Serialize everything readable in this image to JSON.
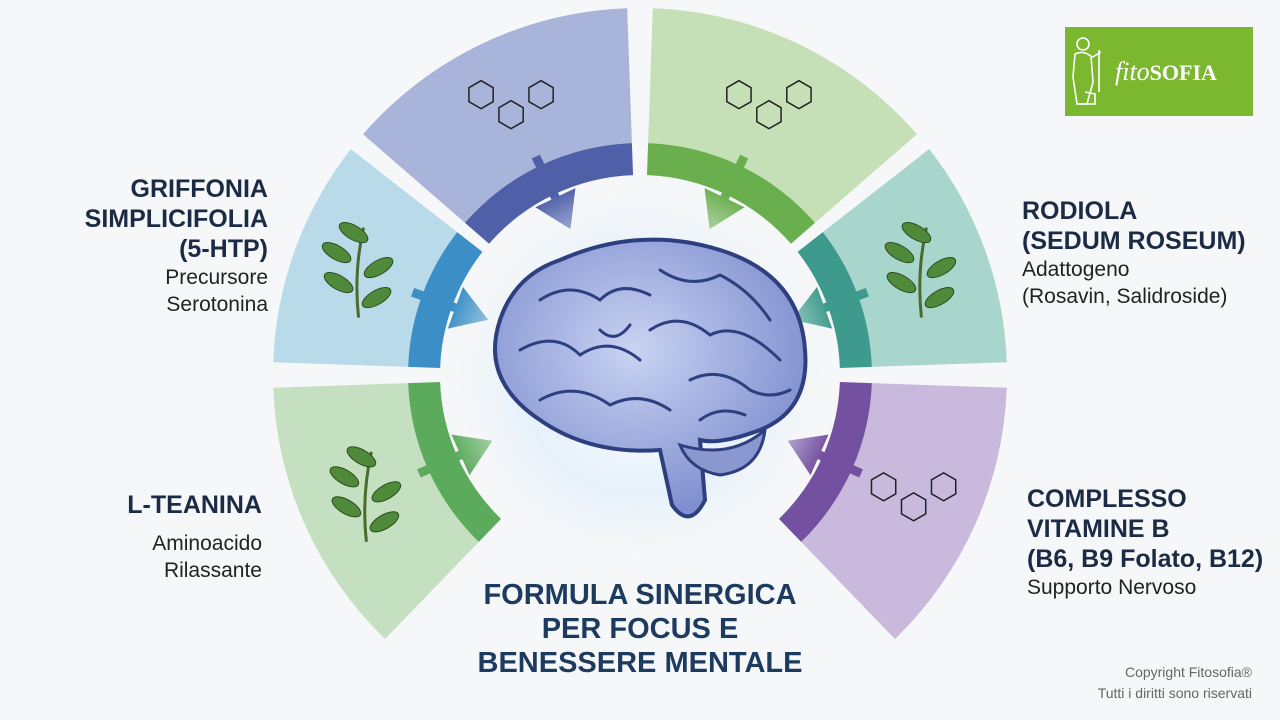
{
  "logo": {
    "text_script": "fito",
    "text_bold": "SOFIA"
  },
  "segments": [
    {
      "id": "griffonia",
      "title_lines": [
        "GRIFFONIA",
        "SIMPLICIFOLIA",
        "(5-HTP)"
      ],
      "subtitle_lines": [
        "Precursore",
        "Serotonina"
      ],
      "fill": "#b9dbe9",
      "band": "#3b8fc6"
    },
    {
      "id": "rodiola",
      "title_lines": [
        "RODIOLA",
        "(SEDUM ROSEUM)"
      ],
      "subtitle_lines": [
        "Adattogeno",
        "(Rosavin, Salidroside)"
      ],
      "fill": "#a9d6cc",
      "band": "#3d9a8c"
    },
    {
      "id": "l-teanina",
      "title_lines": [
        "L-TEANINA"
      ],
      "subtitle_lines": [
        "Aminoacido",
        "Rilassante"
      ],
      "fill": "#c4e0c0",
      "band": "#5cab5c"
    },
    {
      "id": "vitamine-b",
      "title_lines": [
        "COMPLESSO",
        "VITAMINE B",
        "(B6, B9 Folato, B12)"
      ],
      "subtitle_lines": [
        "Supporto Nervoso"
      ],
      "fill": "#c8b9dd",
      "band": "#7450a0"
    },
    {
      "id": "molecule-top-left",
      "fill": "#a9b4da",
      "band": "#4f5fa8"
    },
    {
      "id": "molecule-top-right",
      "fill": "#c5e0b6",
      "band": "#6aaf4e"
    }
  ],
  "center": {
    "title_lines": [
      "FORMULA SINERGICA",
      "PER FOCUS E",
      "BENESSERE MENTALE"
    ]
  },
  "copyright": {
    "line1": "Copyright Fitosofia®",
    "line2": "Tutti i diritti sono riservati"
  }
}
